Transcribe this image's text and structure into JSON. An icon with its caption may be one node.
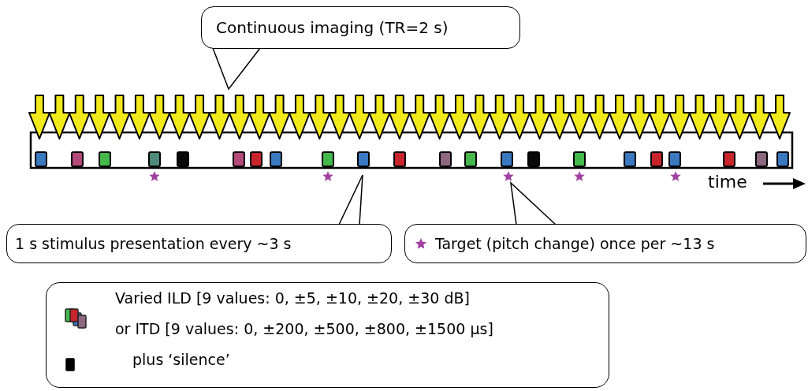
{
  "diagram": {
    "nodes": [
      {
        "text": [
          "Continuous imaging  (TR=2 s)"
        ]
      },
      {
        "text": [
          "1 s stimulus presentation  every ~3 s"
        ]
      },
      {
        "text": [
          "Target (pitch change)  once per ~13 s"
        ]
      }
    ],
    "edges": [
      {
        "from": 0,
        "to": null,
        "arrow": "none"
      },
      {
        "from": 1,
        "to": null,
        "arrow": "none"
      },
      {
        "from": 2,
        "to": null,
        "arrow": "none"
      }
    ],
    "labels": [
      "time"
    ],
    "legend": [
      {
        "text": "Varied ILD [9 values: 0,  ±5,  ±10,  ±20,  ±30 dB]"
      },
      {
        "text": "or ITD [9 values: 0, ±200,  ±500,  ±800,  ±1500 µs]"
      },
      {
        "text": "plus ‘silence’",
        "color": "#000000"
      }
    ]
  }
}
